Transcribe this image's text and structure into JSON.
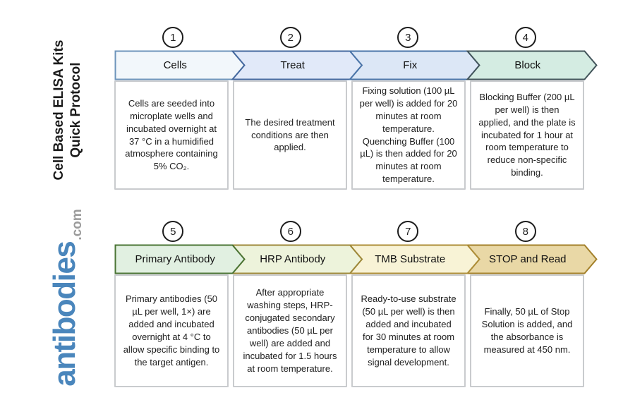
{
  "sidebar": {
    "title_line1": "Cell Based ELISA Kits",
    "title_line2": "Quick Protocol",
    "logo_name": "antibodies",
    "logo_tld": ".com",
    "logo_color": "#4a86bc",
    "logo_tld_color": "#9b9b9b"
  },
  "rows": [
    {
      "steps": [
        {
          "number": "1",
          "label": "Cells",
          "description": "Cells are seeded into microplate wells and incubated overnight at 37 °C in a humidified atmosphere containing 5% CO₂.",
          "fill": "#f2f7fb",
          "stroke": "#6d94bb"
        },
        {
          "number": "2",
          "label": "Treat",
          "description": "The desired treatment conditions are then applied.",
          "fill": "#e1e9f9",
          "stroke": "#44689e"
        },
        {
          "number": "3",
          "label": "Fix",
          "description": "Fixing solution (100 µL per well) is added for 20 minutes at room temperature. Quenching Buffer (100 µL) is then added for 20 minutes at room temperature.",
          "fill": "#dce7f6",
          "stroke": "#4a74a8"
        },
        {
          "number": "4",
          "label": "Block",
          "description": "Blocking Buffer (200 µL per well) is then applied, and the plate is incubated for 1 hour at room temperature to reduce non-specific binding.",
          "fill": "#d4ece2",
          "stroke": "#42545a"
        }
      ]
    },
    {
      "steps": [
        {
          "number": "5",
          "label": "Primary Antibody",
          "description": "Primary antibodies (50 µL per well, 1×) are added and incubated overnight at 4 °C to allow specific binding to the target antigen.",
          "fill": "#e1f0e1",
          "stroke": "#4a7434"
        },
        {
          "number": "6",
          "label": "HRP Antibody",
          "description": "After appropriate washing steps, HRP-conjugated secondary antibodies (50 µL per well) are added and incubated for 1.5 hours at room temperature.",
          "fill": "#edf3db",
          "stroke": "#9d8839"
        },
        {
          "number": "7",
          "label": "TMB Substrate",
          "description": "Ready-to-use substrate (50 µL per well) is then added and incubated for 30 minutes at room temperature to allow signal development.",
          "fill": "#f8f3d6",
          "stroke": "#ad8d37"
        },
        {
          "number": "8",
          "label": "STOP and Read",
          "description": "Finally, 50 µL of Stop Solution is added, and the absorbance is measured at 450 nm.",
          "fill": "#e9d8a6",
          "stroke": "#a3802a"
        }
      ]
    }
  ]
}
